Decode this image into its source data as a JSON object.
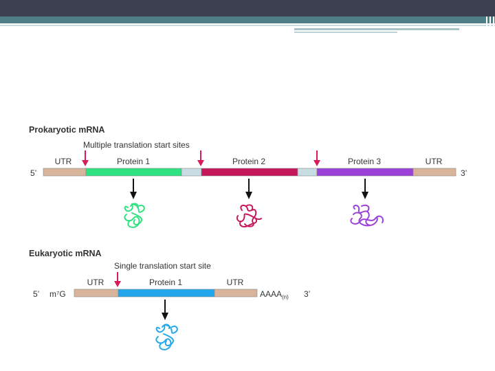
{
  "colors": {
    "utr": "#d8b49b",
    "spacer": "#c7dde3",
    "protein1": "#2ee37f",
    "protein2": "#c5175a",
    "protein3": "#9b41d8",
    "euk_protein1": "#23a7ea",
    "start_arrow": "#d9195e",
    "down_arrow": "#111111"
  },
  "prokaryotic": {
    "heading": "Prokaryotic mRNA",
    "subheading": "Multiple translation start sites",
    "five_prime": "5’",
    "three_prime": "3’",
    "segments": [
      "UTR",
      "Protein 1",
      "Protein 2",
      "Protein 3",
      "UTR"
    ]
  },
  "eukaryotic": {
    "heading": "Eukaryotic mRNA",
    "subheading": "Single translation start site",
    "five_prime": "5’",
    "cap": "m⁷G",
    "segments": [
      "UTR",
      "Protein 1",
      "UTR"
    ],
    "poly_a": "AAAA",
    "poly_a_sub": "(n)",
    "three_prime": "3’"
  }
}
